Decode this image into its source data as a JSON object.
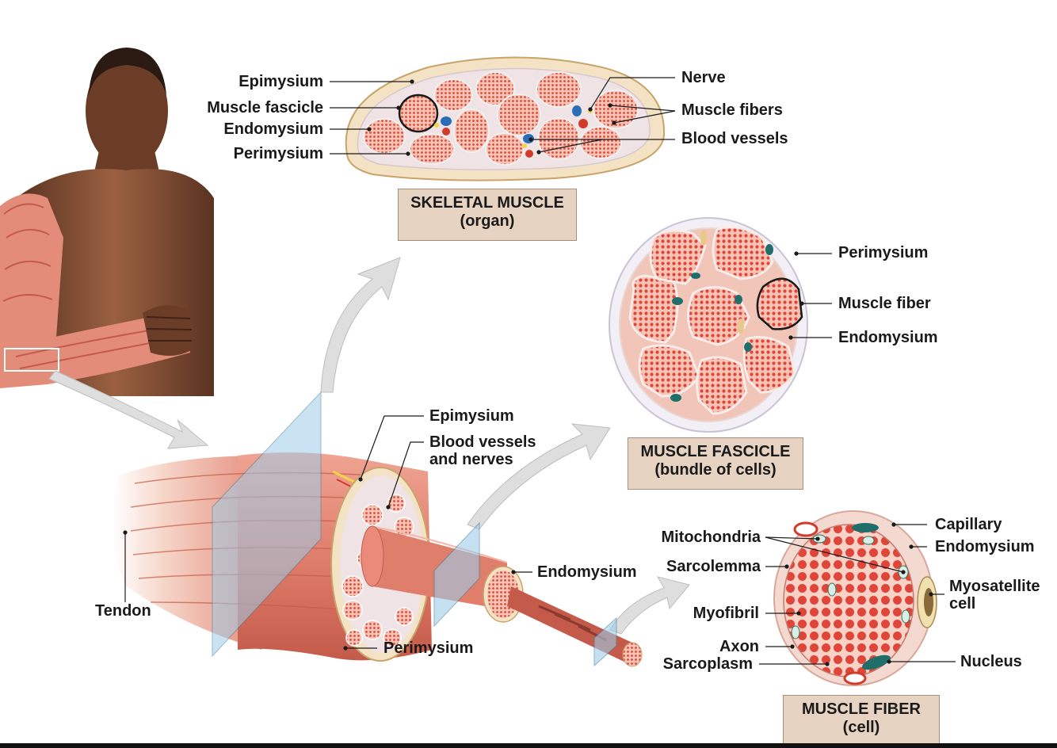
{
  "colors": {
    "muscle": "#e98a7a",
    "muscle_dark": "#c8574a",
    "muscle_light": "#f4b6a6",
    "fiber_dot": "#e0453a",
    "fascia": "#f3e3c4",
    "fascia_edge": "#c9a36a",
    "skin": "#8a5436",
    "skin_dark": "#5a3322",
    "plane": "#9ecde8",
    "arrow": "#d9d9d9",
    "box_fill": "#e7d3c1",
    "nucleus": "#1f6e6a",
    "nerve": "#f2d34a",
    "artery": "#d23a2a",
    "vein": "#2a6fb5"
  },
  "labels": {
    "organ": {
      "epimysium": "Epimysium",
      "fascicle": "Muscle fascicle",
      "endomysium": "Endomysium",
      "perimysium": "Perimysium",
      "nerve": "Nerve",
      "muscle_fibers": "Muscle fibers",
      "blood_vessels": "Blood vessels"
    },
    "fascicle": {
      "perimysium": "Perimysium",
      "muscle_fiber": "Muscle fiber",
      "endomysium": "Endomysium"
    },
    "muscle": {
      "epimysium": "Epimysium",
      "vessels_nerves_1": "Blood vessels",
      "vessels_nerves_2": "and nerves",
      "tendon": "Tendon",
      "endomysium": "Endomysium",
      "perimysium": "Perimysium"
    },
    "fiber": {
      "mitochondria": "Mitochondria",
      "sarcolemma": "Sarcolemma",
      "myofibril": "Myofibril",
      "axon": "Axon",
      "sarcoplasm": "Sarcoplasm",
      "capillary": "Capillary",
      "endomysium": "Endomysium",
      "myosatellite_1": "Myosatellite",
      "myosatellite_2": "cell",
      "nucleus": "Nucleus"
    }
  },
  "boxes": {
    "organ": {
      "title": "SKELETAL MUSCLE",
      "subtitle": "(organ)"
    },
    "fascicle": {
      "title": "MUSCLE FASCICLE",
      "subtitle": "(bundle of cells)"
    },
    "fiber": {
      "title": "MUSCLE FIBER",
      "subtitle": "(cell)"
    }
  }
}
